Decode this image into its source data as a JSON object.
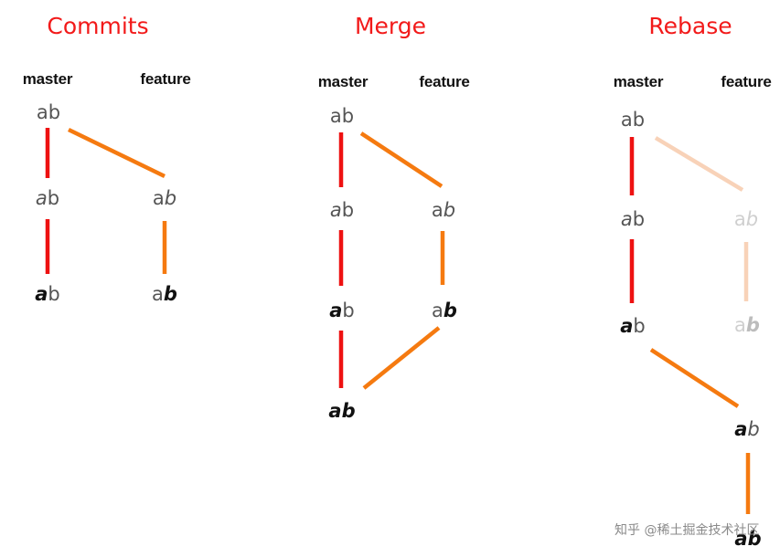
{
  "panels": {
    "commits": {
      "title": "Commits",
      "branch_master": "master",
      "branch_feature": "feature"
    },
    "merge": {
      "title": "Merge",
      "branch_master": "master",
      "branch_feature": "feature"
    },
    "rebase": {
      "title": "Rebase",
      "branch_master": "master",
      "branch_feature": "feature"
    }
  },
  "node_text": {
    "a": "a",
    "b": "b"
  },
  "colors": {
    "title": "#f21a1a",
    "master_line": "#ee1111",
    "feature_line": "#f57a10",
    "faded_line": "#f8d2b8"
  },
  "watermark": "知乎 @稀土掘金技术社区"
}
